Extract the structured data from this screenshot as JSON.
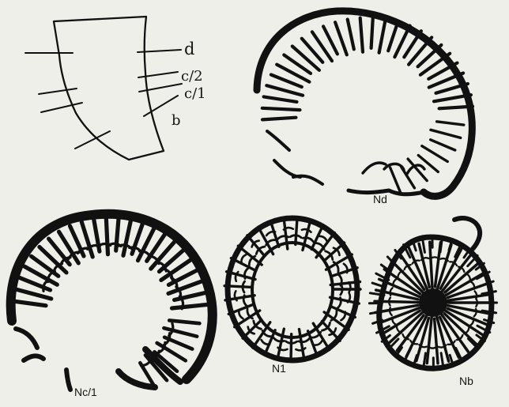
{
  "figure": {
    "levels": {
      "d": "d",
      "c2": "c/2",
      "c1": "c/1",
      "b": "b"
    },
    "sections": {
      "nd": "Nd",
      "nc1": "Nc/1",
      "n1": "N1",
      "nb": "Nb"
    }
  }
}
